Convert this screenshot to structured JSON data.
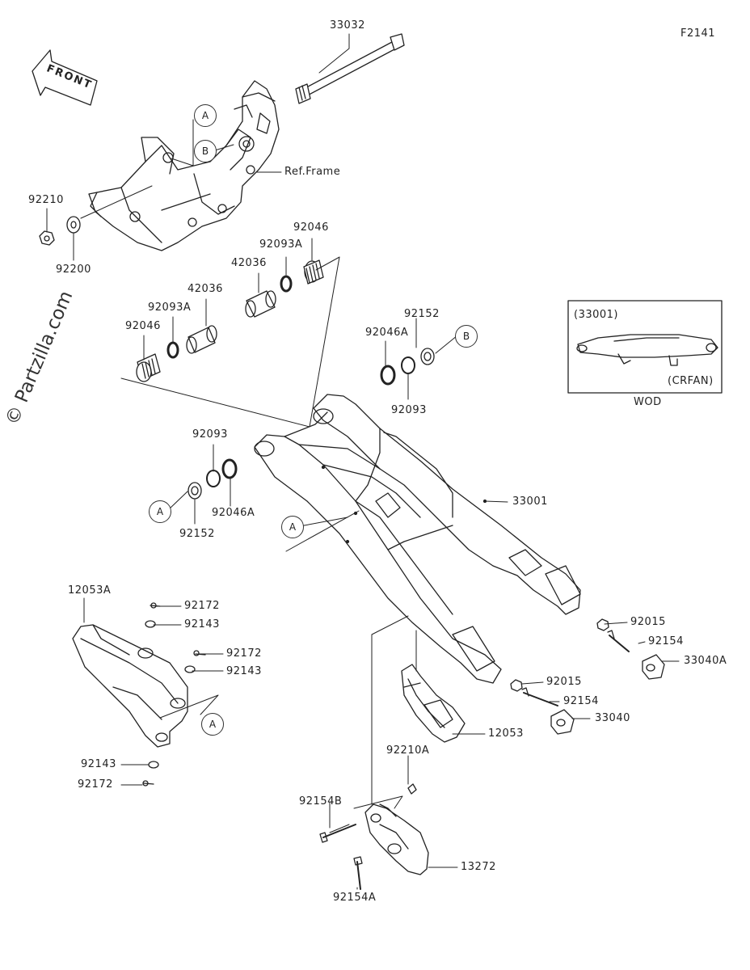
{
  "figure_code": "F2141",
  "front_label": "FRONT",
  "watermark": "© Partzilla.com",
  "ref_frame_label": "Ref.Frame",
  "inset": {
    "title": "(33001)",
    "variant": "(CRFAN)",
    "caption": "WOD"
  },
  "callout_letters": {
    "a": "A",
    "b": "B"
  },
  "parts": {
    "p33032": "33032",
    "p92210": "92210",
    "p92200": "92200",
    "p92046_top": "92046",
    "p92093A_top": "92093A",
    "p42036_top": "42036",
    "p42036_left": "42036",
    "p92093A_left": "92093A",
    "p92046_left": "92046",
    "p92152_top": "92152",
    "p92046A_top": "92046A",
    "p92093_right": "92093",
    "p92093_left": "92093",
    "p92152_left": "92152",
    "p92046A_left": "92046A",
    "p33001": "33001",
    "p12053A": "12053A",
    "p92172_a": "92172",
    "p92143_a": "92143",
    "p92172_b": "92172",
    "p92143_b": "92143",
    "p92143_c": "92143",
    "p92172_c": "92172",
    "p92015_a": "92015",
    "p92154_a": "92154",
    "p33040A": "33040A",
    "p92015_b": "92015",
    "p92154_b": "92154",
    "p33040": "33040",
    "p12053": "12053",
    "p92210A": "92210A",
    "p92154B": "92154B",
    "p13272": "13272",
    "p92154A": "92154A"
  }
}
